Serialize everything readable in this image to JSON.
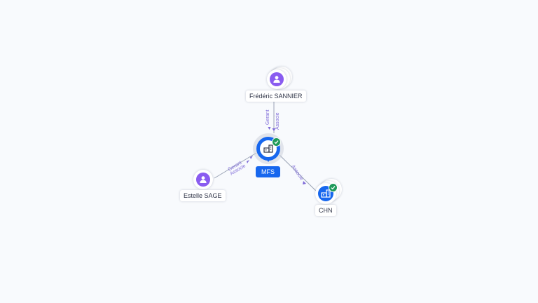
{
  "graph": {
    "center": {
      "label": "MFS",
      "icon": "building-icon",
      "verified": true
    },
    "people": [
      {
        "name": "Frédéric SANNIER",
        "icon": "user-icon"
      },
      {
        "name": "Estelle SAGE",
        "icon": "user-icon"
      }
    ],
    "companies": [
      {
        "name": "CHN",
        "icon": "building-icon",
        "verified": true
      }
    ],
    "edges": [
      {
        "from": "Frédéric SANNIER",
        "to": "MFS",
        "roles": [
          "Gerant",
          "Associe"
        ]
      },
      {
        "from": "Estelle SAGE",
        "to": "MFS",
        "roles": [
          "Gerant",
          "Associe"
        ]
      },
      {
        "from": "MFS",
        "to": "CHN",
        "roles": [
          "Associe"
        ]
      }
    ]
  },
  "colors": {
    "background": "#f8fafd",
    "company_blue": "#1767ee",
    "person_purple": "#8a5cf0",
    "verified_green": "#1f9a5a",
    "edge_label_purple": "#7e6ad8"
  }
}
